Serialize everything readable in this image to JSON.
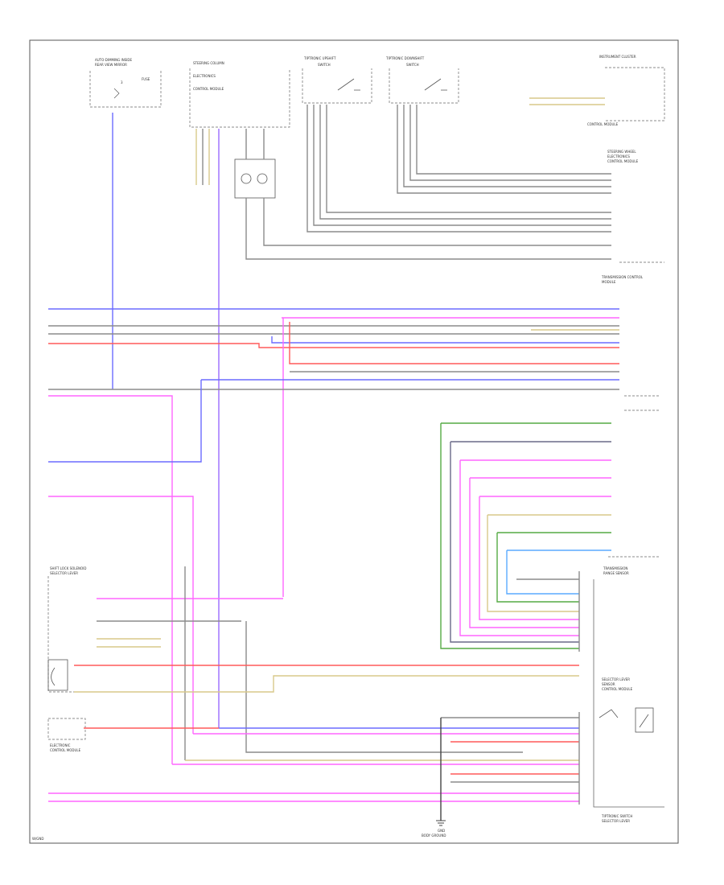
{
  "colors": {
    "frame": "#555555",
    "gray": "#8c8c8c",
    "blue": "#6b6bff",
    "violet": "#9a6bff",
    "red": "#ff5a5a",
    "pink": "#ff66ff",
    "tan": "#d8c98a",
    "green": "#55aa44",
    "darkgreen": "#3a8a2a",
    "lightblue": "#5aaaff",
    "slate": "#6a6a88",
    "darkgray": "#444444"
  },
  "footer": {
    "page_ref": "W/GND"
  },
  "components": {
    "auto_dimming": {
      "title_1": "AUTO-DIMMING INSIDE",
      "title_2": "REAR VIEW MIRROR",
      "pin": "3",
      "label": "FUSE"
    },
    "control_module": {
      "title_1": "STEERING COLUMN",
      "title_2": "ELECTRONICS",
      "title_3": "CONTROL MODULE"
    },
    "shift_up": {
      "title_1": "TIPTRONIC UPSHIFT",
      "title_2": "SWITCH"
    },
    "shift_down": {
      "title_1": "TIPTRONIC DOWNSHIFT",
      "title_2": "SWITCH"
    },
    "instrument_cluster": {
      "title_1": "INSTRUMENT CLUSTER",
      "title_2": "CONTROL MODULE"
    },
    "steering_wheel": {
      "title_1": "STEERING WHEEL",
      "title_2": "ELECTRONICS",
      "title_3": "CONTROL MODULE"
    },
    "tcm": {
      "title_1": "TRANSMISSION CONTROL",
      "title_2": "MODULE"
    },
    "transmission": {
      "title_1": "TRANSMISSION",
      "title_2": "RANGE SENSOR"
    },
    "shift_lock": {
      "title_1": "SHIFT LOCK SOLENOID",
      "title_2": "SELECTOR LEVER"
    },
    "selector_module": {
      "title_1": "SELECTOR LEVER",
      "title_2": "SENSOR",
      "title_3": "CONTROL MODULE"
    },
    "tiptronic_switch": {
      "title_1": "TIPTRONIC SWITCH",
      "title_2": "SELECTOR LEVER"
    },
    "electronic_module": {
      "title_1": "ELECTRONIC",
      "title_2": "CONTROL MODULE"
    },
    "ground_point": {
      "label": "GND",
      "sublabel": "BODY GROUND"
    }
  }
}
